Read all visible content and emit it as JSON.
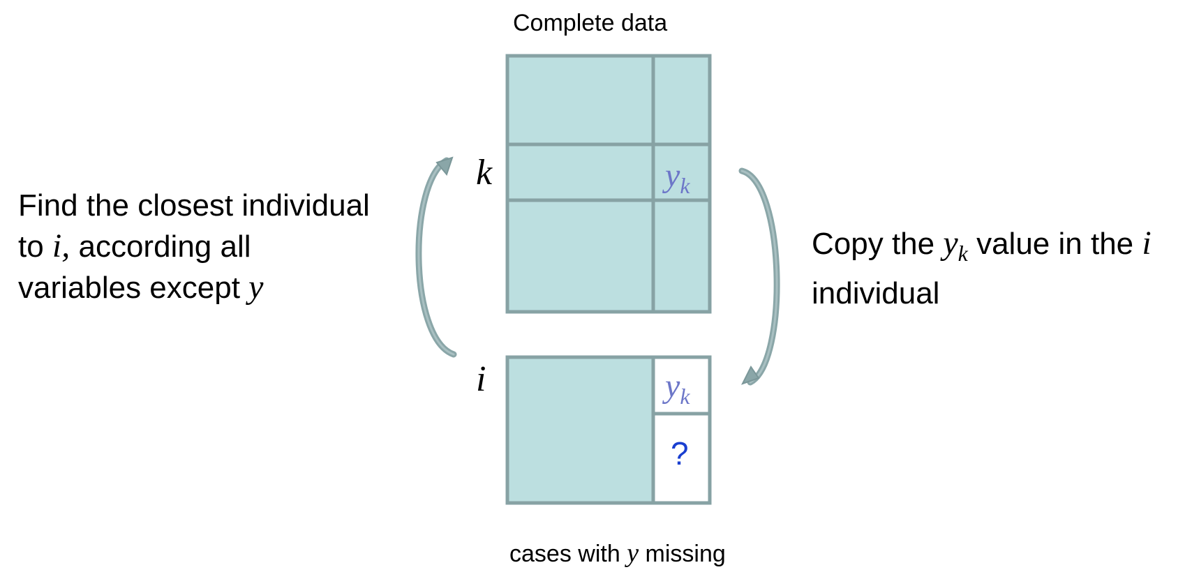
{
  "top_caption": "Complete data",
  "bottom_caption": {
    "before": "cases with ",
    "var": "y",
    "after": " missing"
  },
  "left_text": {
    "line1": "Find the closest individual",
    "line2_before": "to ",
    "line2_var": "i,",
    "line2_after": " according all",
    "line3_before": "variables except ",
    "line3_var": "y"
  },
  "right_text": {
    "line1_before": "Copy the ",
    "line1_var": "y",
    "line1_sub": "k",
    "line1_mid": " value in the ",
    "line1_var2": "i",
    "line2": "individual"
  },
  "labels": {
    "row_k": "k",
    "row_i": "i",
    "cell_var": "y",
    "cell_sub": "k",
    "missing_mark": "?"
  },
  "colors": {
    "cell_fill": "#bcdfe0",
    "grid_line": "#87a2a4",
    "arrow": "#8aa6a8",
    "yk_text": "#6c76c8",
    "question_text": "#1a3fd0",
    "text": "#000000"
  }
}
